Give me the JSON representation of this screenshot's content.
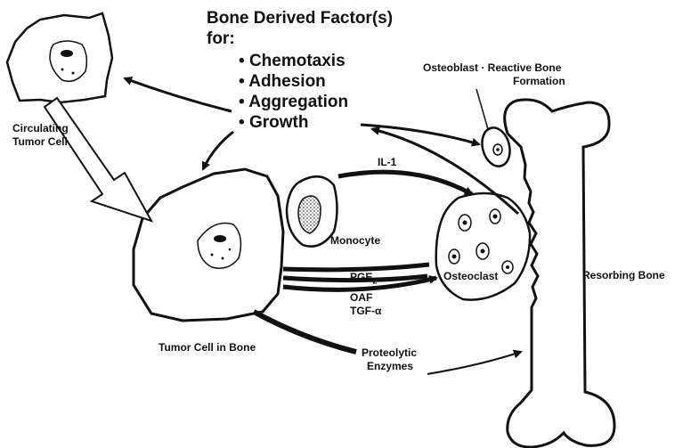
{
  "header": {
    "title_line1": "Bone Derived Factor(s)",
    "title_line2": "for:",
    "factors": [
      "Chemotaxis",
      "Adhesion",
      "Aggregation",
      "Growth"
    ]
  },
  "labels": {
    "circulating_line1": "Circulating",
    "circulating_line2": "Tumor Cell",
    "tumor_in_bone": "Tumor Cell in Bone",
    "monocyte": "Monocyte",
    "osteoclast": "Osteoclast",
    "osteoblast_line1": "Osteoblast · Reactive Bone",
    "osteoblast_line2": "Formation",
    "resorbing_bone": "Resorbing Bone",
    "il1": "IL-1",
    "pge_base": "PGE",
    "pge_sub": "2",
    "oaf": "OAF",
    "tgf": "TGF-α",
    "proteolytic_line1": "Proteolytic",
    "proteolytic_line2": "Enzymes"
  },
  "colors": {
    "ink": "#111111",
    "background": "#ffffff"
  }
}
